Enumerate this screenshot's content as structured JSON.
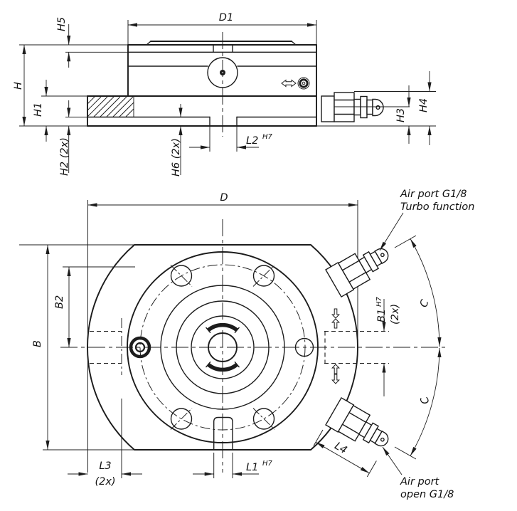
{
  "dims": {
    "h": "H",
    "h1": "H1",
    "h2": "H2 (2x)",
    "h3": "H3",
    "h4": "H4",
    "h5": "H5",
    "h6": "H6 (2x)",
    "d1": "D1",
    "d": "D",
    "b": "B",
    "b2": "B2",
    "b1": "B1",
    "b1_fit": "H7",
    "b1_qty": "(2x)",
    "l1": "L1",
    "l1_fit": "H7",
    "l2": "L2",
    "l2_fit": "H7",
    "l3": "L3",
    "l3_qty": "(2x)",
    "l4": "L4",
    "c": "C"
  },
  "annotations": {
    "turbo_line1": "Air port G1/8",
    "turbo_line2": "Turbo function",
    "open_line1": "Air port",
    "open_line2": "open G1/8"
  },
  "colors": {
    "line": "#1c1c1c",
    "background": "#ffffff"
  }
}
